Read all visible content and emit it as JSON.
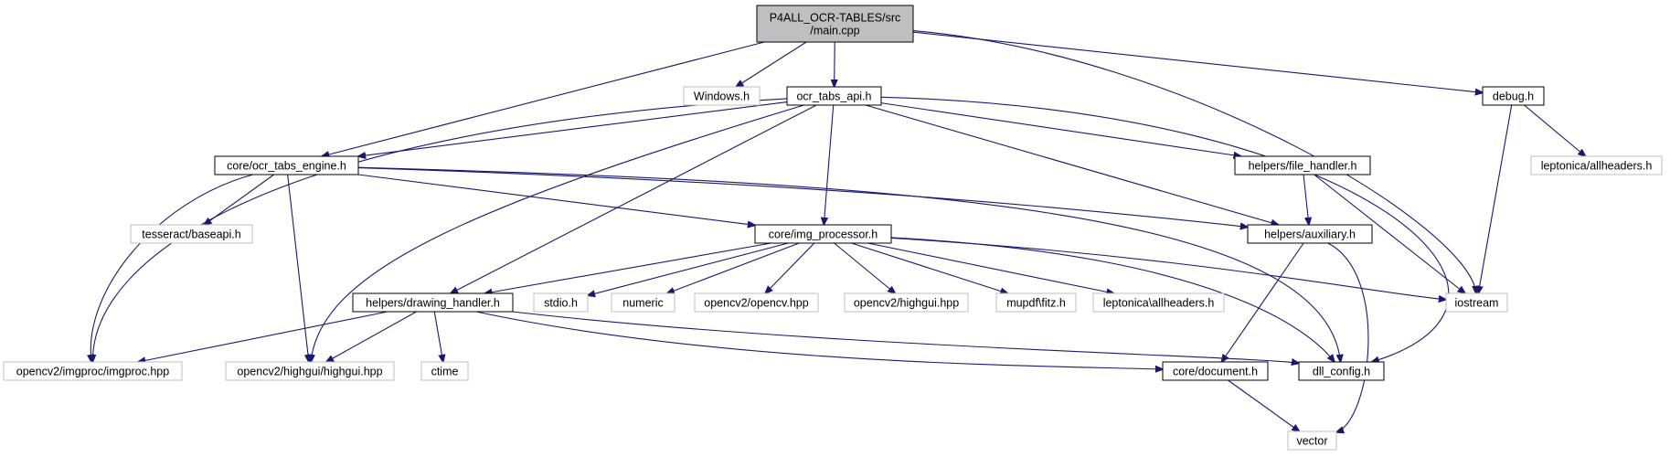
{
  "nodes": [
    {
      "id": "main",
      "kind": "root",
      "lines": [
        "P4ALL_OCR-TABLES/src",
        "/main.cpp"
      ]
    },
    {
      "id": "windows",
      "kind": "ext",
      "lines": [
        "Windows.h"
      ]
    },
    {
      "id": "ocr_api",
      "kind": "doc",
      "lines": [
        "ocr_tabs_api.h"
      ]
    },
    {
      "id": "debug",
      "kind": "doc",
      "lines": [
        "debug.h"
      ]
    },
    {
      "id": "lept_debug",
      "kind": "ext",
      "lines": [
        "leptonica/allheaders.h"
      ]
    },
    {
      "id": "engine",
      "kind": "doc",
      "lines": [
        "core/ocr_tabs_engine.h"
      ]
    },
    {
      "id": "file_handler",
      "kind": "doc",
      "lines": [
        "helpers/file_handler.h"
      ]
    },
    {
      "id": "tesseract",
      "kind": "ext",
      "lines": [
        "tesseract/baseapi.h"
      ]
    },
    {
      "id": "img_proc",
      "kind": "doc",
      "lines": [
        "core/img_processor.h"
      ]
    },
    {
      "id": "auxiliary",
      "kind": "doc",
      "lines": [
        "helpers/auxiliary.h"
      ]
    },
    {
      "id": "drawing",
      "kind": "doc",
      "lines": [
        "helpers/drawing_handler.h"
      ]
    },
    {
      "id": "stdio",
      "kind": "ext",
      "lines": [
        "stdio.h"
      ]
    },
    {
      "id": "numeric",
      "kind": "ext",
      "lines": [
        "numeric"
      ]
    },
    {
      "id": "opencv",
      "kind": "ext",
      "lines": [
        "opencv2/opencv.hpp"
      ]
    },
    {
      "id": "highgui_hpp",
      "kind": "ext",
      "lines": [
        "opencv2/highgui.hpp"
      ]
    },
    {
      "id": "mupdf",
      "kind": "ext",
      "lines": [
        "mupdf\\fitz.h"
      ]
    },
    {
      "id": "lept_img",
      "kind": "ext",
      "lines": [
        "leptonica\\allheaders.h"
      ]
    },
    {
      "id": "iostream",
      "kind": "ext",
      "lines": [
        "iostream"
      ]
    },
    {
      "id": "imgproc",
      "kind": "ext",
      "lines": [
        "opencv2/imgproc/imgproc.hpp"
      ]
    },
    {
      "id": "highgui2",
      "kind": "ext",
      "lines": [
        "opencv2/highgui/highgui.hpp"
      ]
    },
    {
      "id": "ctime",
      "kind": "ext",
      "lines": [
        "ctime"
      ]
    },
    {
      "id": "document",
      "kind": "doc",
      "lines": [
        "core/document.h"
      ]
    },
    {
      "id": "dll_config",
      "kind": "doc",
      "lines": [
        "dll_config.h"
      ]
    },
    {
      "id": "vector",
      "kind": "ext",
      "lines": [
        "vector"
      ]
    }
  ],
  "edges": [
    [
      "main",
      "windows"
    ],
    [
      "main",
      "ocr_api"
    ],
    [
      "main",
      "debug"
    ],
    [
      "main",
      "engine"
    ],
    [
      "main",
      "iostream"
    ],
    [
      "ocr_api",
      "engine"
    ],
    [
      "ocr_api",
      "img_proc"
    ],
    [
      "ocr_api",
      "file_handler"
    ],
    [
      "ocr_api",
      "auxiliary"
    ],
    [
      "ocr_api",
      "drawing"
    ],
    [
      "ocr_api",
      "dll_config"
    ],
    [
      "ocr_api",
      "imgproc"
    ],
    [
      "ocr_api",
      "highgui2"
    ],
    [
      "debug",
      "lept_debug"
    ],
    [
      "debug",
      "iostream"
    ],
    [
      "engine",
      "tesseract"
    ],
    [
      "engine",
      "img_proc"
    ],
    [
      "engine",
      "auxiliary"
    ],
    [
      "engine",
      "imgproc"
    ],
    [
      "engine",
      "highgui2"
    ],
    [
      "engine",
      "dll_config"
    ],
    [
      "file_handler",
      "auxiliary"
    ],
    [
      "file_handler",
      "iostream"
    ],
    [
      "img_proc",
      "drawing"
    ],
    [
      "img_proc",
      "stdio"
    ],
    [
      "img_proc",
      "numeric"
    ],
    [
      "img_proc",
      "opencv"
    ],
    [
      "img_proc",
      "highgui_hpp"
    ],
    [
      "img_proc",
      "mupdf"
    ],
    [
      "img_proc",
      "lept_img"
    ],
    [
      "img_proc",
      "iostream"
    ],
    [
      "img_proc",
      "dll_config"
    ],
    [
      "auxiliary",
      "document"
    ],
    [
      "auxiliary",
      "vector"
    ],
    [
      "drawing",
      "imgproc"
    ],
    [
      "drawing",
      "highgui2"
    ],
    [
      "drawing",
      "ctime"
    ],
    [
      "drawing",
      "document"
    ],
    [
      "drawing",
      "dll_config"
    ],
    [
      "document",
      "vector"
    ]
  ]
}
